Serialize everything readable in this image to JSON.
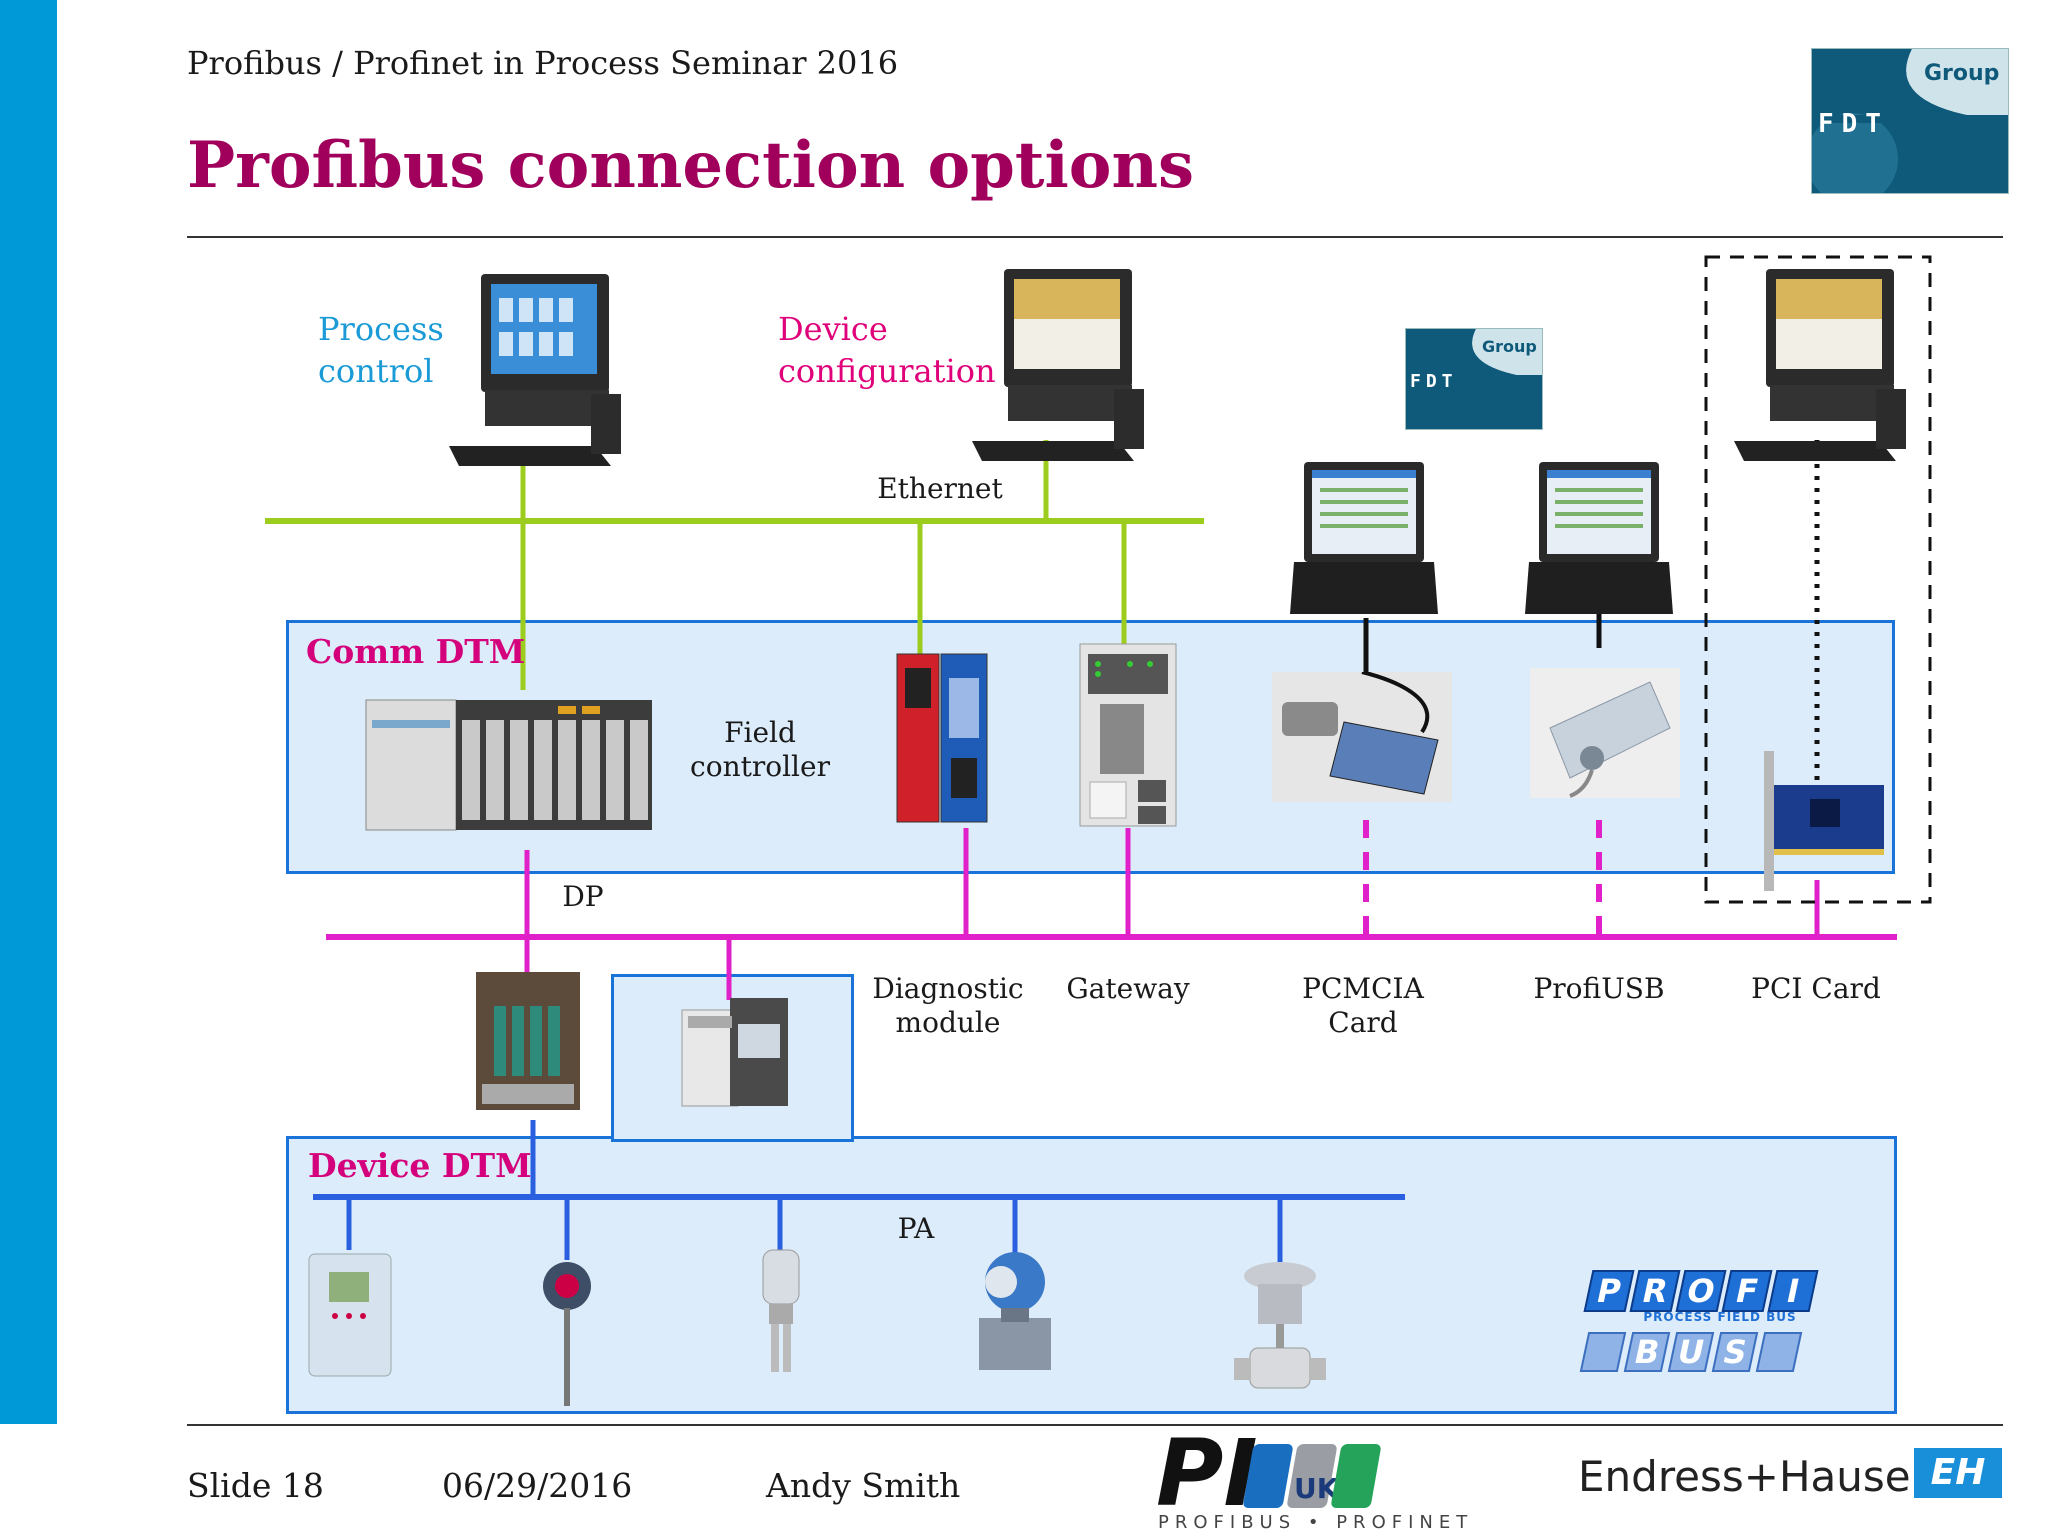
{
  "header": {
    "seminar": "Profibus / Profinet in Process Seminar 2016",
    "title": "Profibus connection options"
  },
  "logos": {
    "fdt_group_word": "Group",
    "fdt_word": "FDT"
  },
  "labels": {
    "process_control_1": "Process",
    "process_control_2": "control",
    "device_config_1": "Device",
    "device_config_2": "configuration",
    "ethernet": "Ethernet",
    "comm_dtm": "Comm DTM",
    "field_controller_1": "Field",
    "field_controller_2": "controller",
    "dp": "DP",
    "diagnostic_1": "Diagnostic",
    "diagnostic_2": "module",
    "gateway": "Gateway",
    "pcmcia_1": "PCMCIA",
    "pcmcia_2": "Card",
    "profiusb": "ProfiUSB",
    "pci_card": "PCI Card",
    "device_dtm": "Device DTM",
    "pa": "PA"
  },
  "profibus_logo": {
    "profi_letters": [
      "P",
      "R",
      "O",
      "F",
      "I"
    ],
    "tagline": "PROCESS FIELD BUS",
    "bus_letters": [
      "B",
      "U",
      "S"
    ]
  },
  "footer": {
    "slide": "Slide 18",
    "date": "06/29/2016",
    "author": "Andy Smith",
    "pi_word": "PI",
    "pi_uk": "UK",
    "pi_sub": "PROFIBUS • PROFINET",
    "eh_name": "Endress+Hauser",
    "eh_mark": "EH"
  },
  "colors": {
    "sidebar": "#0099d8",
    "title": "#a0005b",
    "ethernet_line": "#9ccc1e",
    "dp_line": "#e020c8",
    "pa_line": "#2a5fe0",
    "zone_fill": "#dcecfa",
    "dtm_label": "#d4007c",
    "process_label": "#1a9ad6",
    "config_label": "#e0007a"
  }
}
